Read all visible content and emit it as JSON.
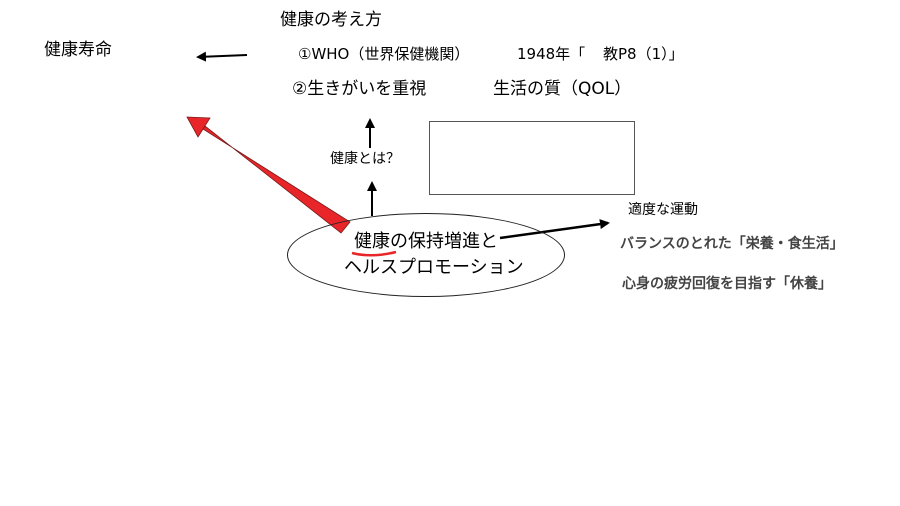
{
  "title": "健康の考え方",
  "left_label": "健康寿命",
  "line1": {
    "item": "①WHO（世界保健機関）",
    "year": "1948年「",
    "ref": "教P8（1）」"
  },
  "line2": {
    "item": "②生きがいを重視",
    "qol": "生活の質（QOL）"
  },
  "question": "健康とは？",
  "center": {
    "line1_underlined": "健康",
    "line1_rest": "の保持増進と",
    "line2": "ヘルスプロモーション"
  },
  "right_items": {
    "exercise": "適度な運動",
    "nutrition": "バランスのとれた「栄養・食生活」",
    "rest": "心身の疲労回復を目指す「休養」"
  },
  "colors": {
    "arrow_red": "#e8262a",
    "underline_red": "#e8262a",
    "bold_text": "#444444"
  }
}
